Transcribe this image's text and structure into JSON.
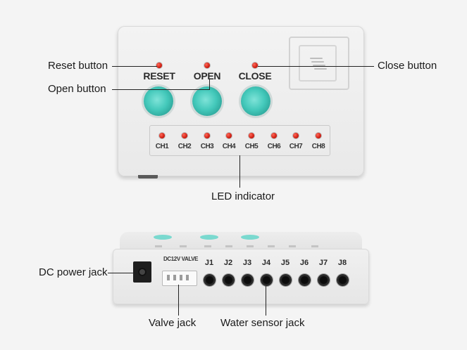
{
  "top_device": {
    "buttons": [
      {
        "label": "RESET",
        "color": "#44c9bb"
      },
      {
        "label": "OPEN",
        "color": "#44c9bb"
      },
      {
        "label": "CLOSE",
        "color": "#44c9bb"
      }
    ],
    "channels": [
      "CH1",
      "CH2",
      "CH3",
      "CH4",
      "CH5",
      "CH6",
      "CH7",
      "CH8"
    ],
    "led_color": "#d01e12"
  },
  "bottom_device": {
    "valve_label": "DC12V VALVE",
    "jacks": [
      "J1",
      "J2",
      "J3",
      "J4",
      "J5",
      "J6",
      "J7",
      "J8"
    ]
  },
  "callouts": {
    "reset": "Reset button",
    "open": "Open button",
    "close": "Close button",
    "led": "LED indicator",
    "dc": "DC power jack",
    "valve": "Valve jack",
    "sensor": "Water sensor jack"
  }
}
